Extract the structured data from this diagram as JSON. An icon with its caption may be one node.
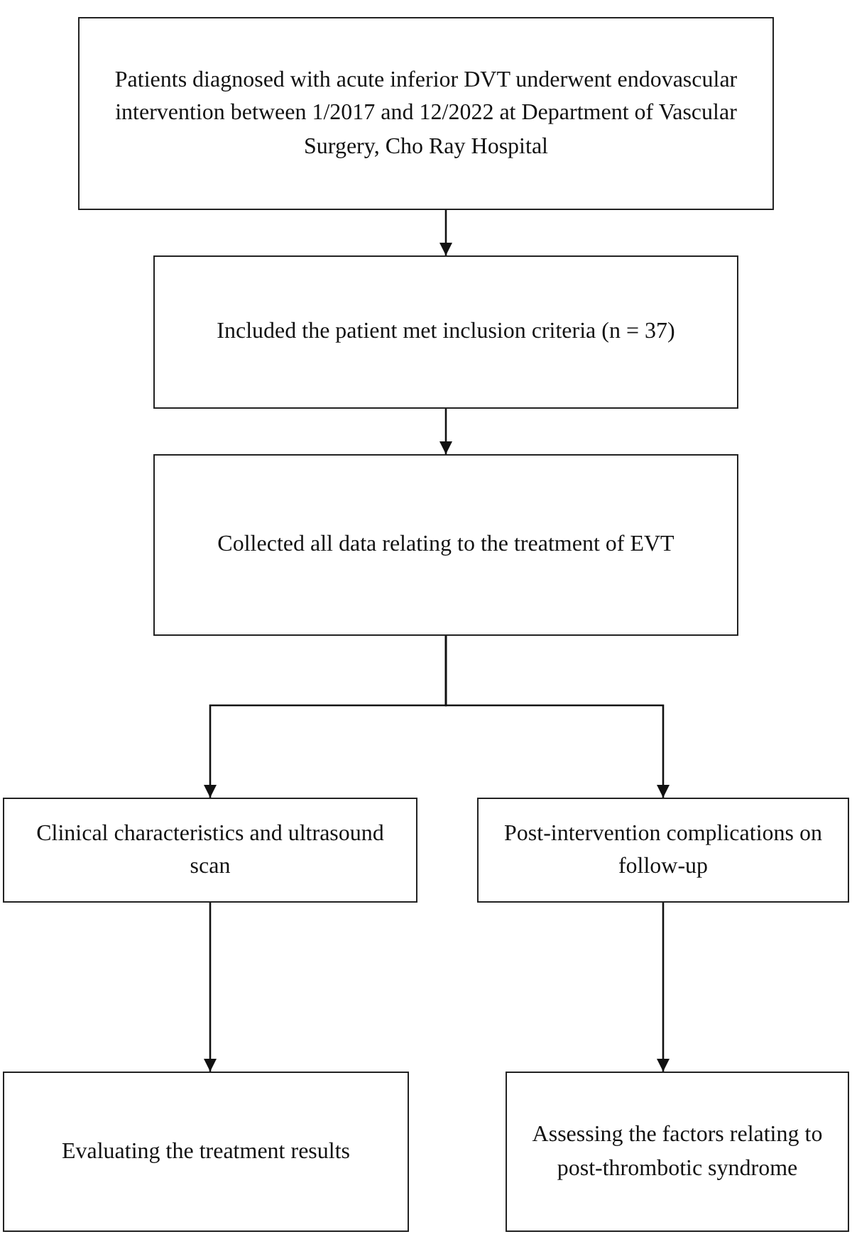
{
  "diagram": {
    "nodes": [
      {
        "text": [
          "Patients diagnosed with acute inferior DVT underwent endovascular intervention between 1/2017 and 12/2022 at Department of Vascular Surgery, Cho Ray Hospital"
        ]
      },
      {
        "text": [
          "Included the patient met inclusion criteria (n = 37)"
        ]
      },
      {
        "text": [
          "Collected all data relating to the treatment of EVT"
        ]
      },
      {
        "text": [
          "Clinical characteristics and ultrasound scan"
        ]
      },
      {
        "text": [
          "Post-intervention complications on follow-up"
        ]
      },
      {
        "text": [
          "Evaluating the treatment results"
        ]
      },
      {
        "text": [
          "Assessing the factors relating to post-thrombotic syndrome"
        ]
      }
    ],
    "edges": [
      {
        "from": 0,
        "to": 1,
        "arrow": "to"
      },
      {
        "from": 1,
        "to": 2,
        "arrow": "to"
      },
      {
        "from": 2,
        "to": 3,
        "arrow": "to"
      },
      {
        "from": 2,
        "to": 4,
        "arrow": "to"
      },
      {
        "from": 3,
        "to": 5,
        "arrow": "to"
      },
      {
        "from": 4,
        "to": 6,
        "arrow": "to"
      }
    ]
  }
}
